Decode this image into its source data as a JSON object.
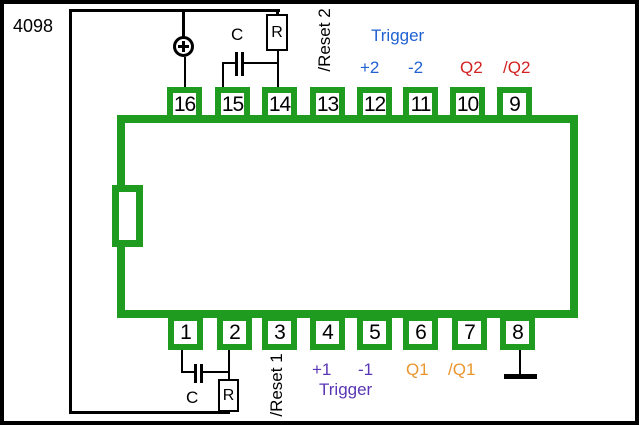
{
  "title": "4098",
  "colors": {
    "chip_green": "#1f9b1f",
    "trigger2_blue": "#2161d1",
    "q2_red": "#d32222",
    "trigger1_purple": "#5a36b4",
    "q1_orange": "#e9962d",
    "wire_black": "#000000"
  },
  "pins": {
    "top": [
      "16",
      "15",
      "14",
      "13",
      "12",
      "11",
      "10",
      "9"
    ],
    "bottom": [
      "1",
      "2",
      "3",
      "4",
      "5",
      "6",
      "7",
      "8"
    ]
  },
  "labels": {
    "reset2": "/Reset 2",
    "trigger2": "Trigger",
    "plus2": "+2",
    "minus2": "-2",
    "q2": "Q2",
    "nq2": "/Q2",
    "reset1": "/Reset 1",
    "trigger1": "Trigger",
    "plus1": "+1",
    "minus1": "-1",
    "q1": "Q1",
    "nq1": "/Q1"
  },
  "components": {
    "top_capacitor_label": "C",
    "top_resistor_label": "R",
    "bottom_capacitor_label": "C",
    "bottom_resistor_label": "R"
  }
}
